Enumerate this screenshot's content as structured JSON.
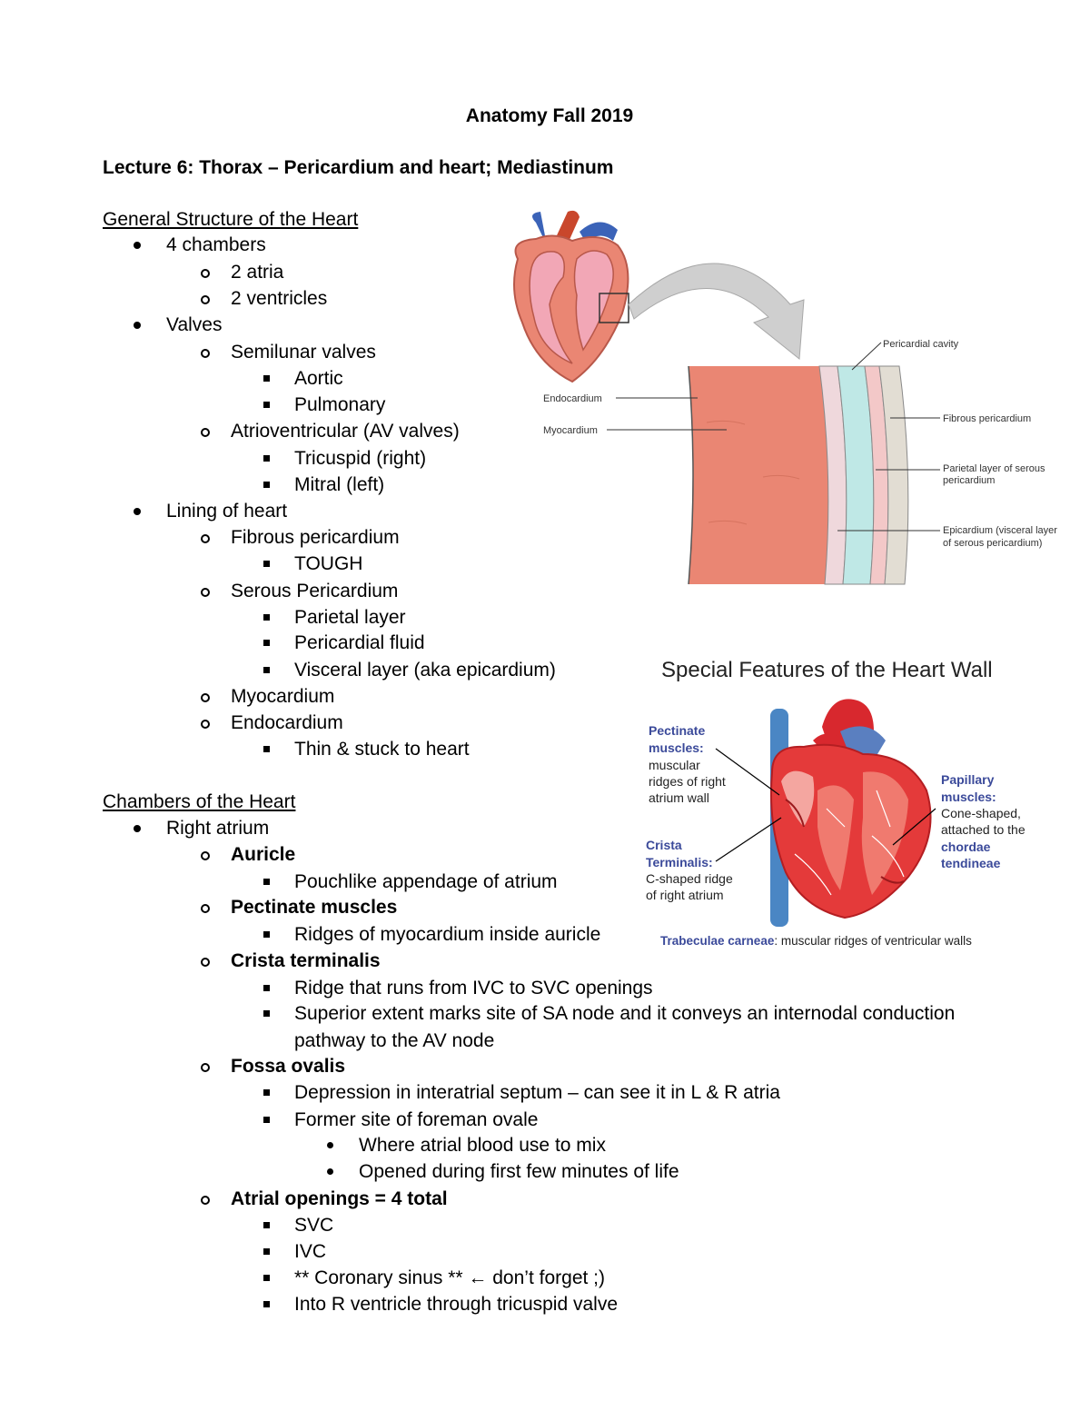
{
  "doc": {
    "title": "Anatomy Fall 2019",
    "lecture": "Lecture 6: Thorax – Pericardium and heart; Mediastinum"
  },
  "section1": {
    "heading": "General Structure of the Heart ",
    "items": [
      "4 chambers",
      "2 atria",
      "2 ventricles",
      "Valves",
      "Semilunar valves",
      "Aortic",
      "Pulmonary",
      "Atrioventricular (AV valves)",
      "Tricuspid (right)",
      "Mitral (left)",
      "Lining of heart",
      "Fibrous pericardium",
      "TOUGH",
      "Serous Pericardium",
      "Parietal layer",
      "Pericardial fluid",
      "Visceral layer (aka epicardium)",
      "Myocardium",
      "Endocardium",
      "Thin & stuck to heart"
    ]
  },
  "section2": {
    "heading": "Chambers of the Heart",
    "items": [
      "Right atrium",
      "Auricle",
      "Pouchlike appendage of atrium",
      "Pectinate muscles",
      "Ridges of myocardium inside auricle",
      "Crista terminalis",
      "Ridge that runs from IVC to SVC openings",
      "Superior extent marks site of SA node and it conveys an internodal conduction",
      "pathway to the AV node",
      "Fossa ovalis",
      "Depression in interatrial septum – can see it in L & R atria",
      "Former site of foreman ovale",
      "Where atrial blood use to mix",
      "Opened during first few minutes of life",
      "Atrial openings = 4 total",
      "SVC",
      "IVC",
      "** Coronary sinus ** ← don’t forget ;)",
      "Into R ventricle through tricuspid valve"
    ]
  },
  "figure1": {
    "labels": {
      "pericardial_cavity": "Pericardial cavity",
      "endocardium": "Endocardium",
      "myocardium": "Myocardium",
      "fibrous": "Fibrous pericardium",
      "parietal_1": "Parietal layer of serous",
      "parietal_2": "pericardium",
      "epicardium_1": "Epicardium (visceral layer",
      "epicardium_2": "of serous pericardium)"
    }
  },
  "figure2": {
    "title": "Special Features of the Heart Wall",
    "pectinate": [
      "Pectinate",
      "muscles:",
      "muscular",
      "ridges of right",
      "atrium wall"
    ],
    "papillary": [
      "Papillary",
      "muscles:",
      "Cone-shaped,",
      "attached to the",
      "chordae",
      "tendineae"
    ],
    "crista": [
      "Crista",
      "Terminalis:",
      "C-shaped ridge",
      "of right atrium"
    ],
    "trabeculae_bold": "Trabeculae carneae",
    "trabeculae_rest": ": muscular ridges of ventricular walls"
  },
  "colors": {
    "label_blue": "#3b4a9a",
    "muscle": "#ea8673",
    "heart_red": "#d8282e",
    "vessel_blue": "#4a86c4"
  }
}
